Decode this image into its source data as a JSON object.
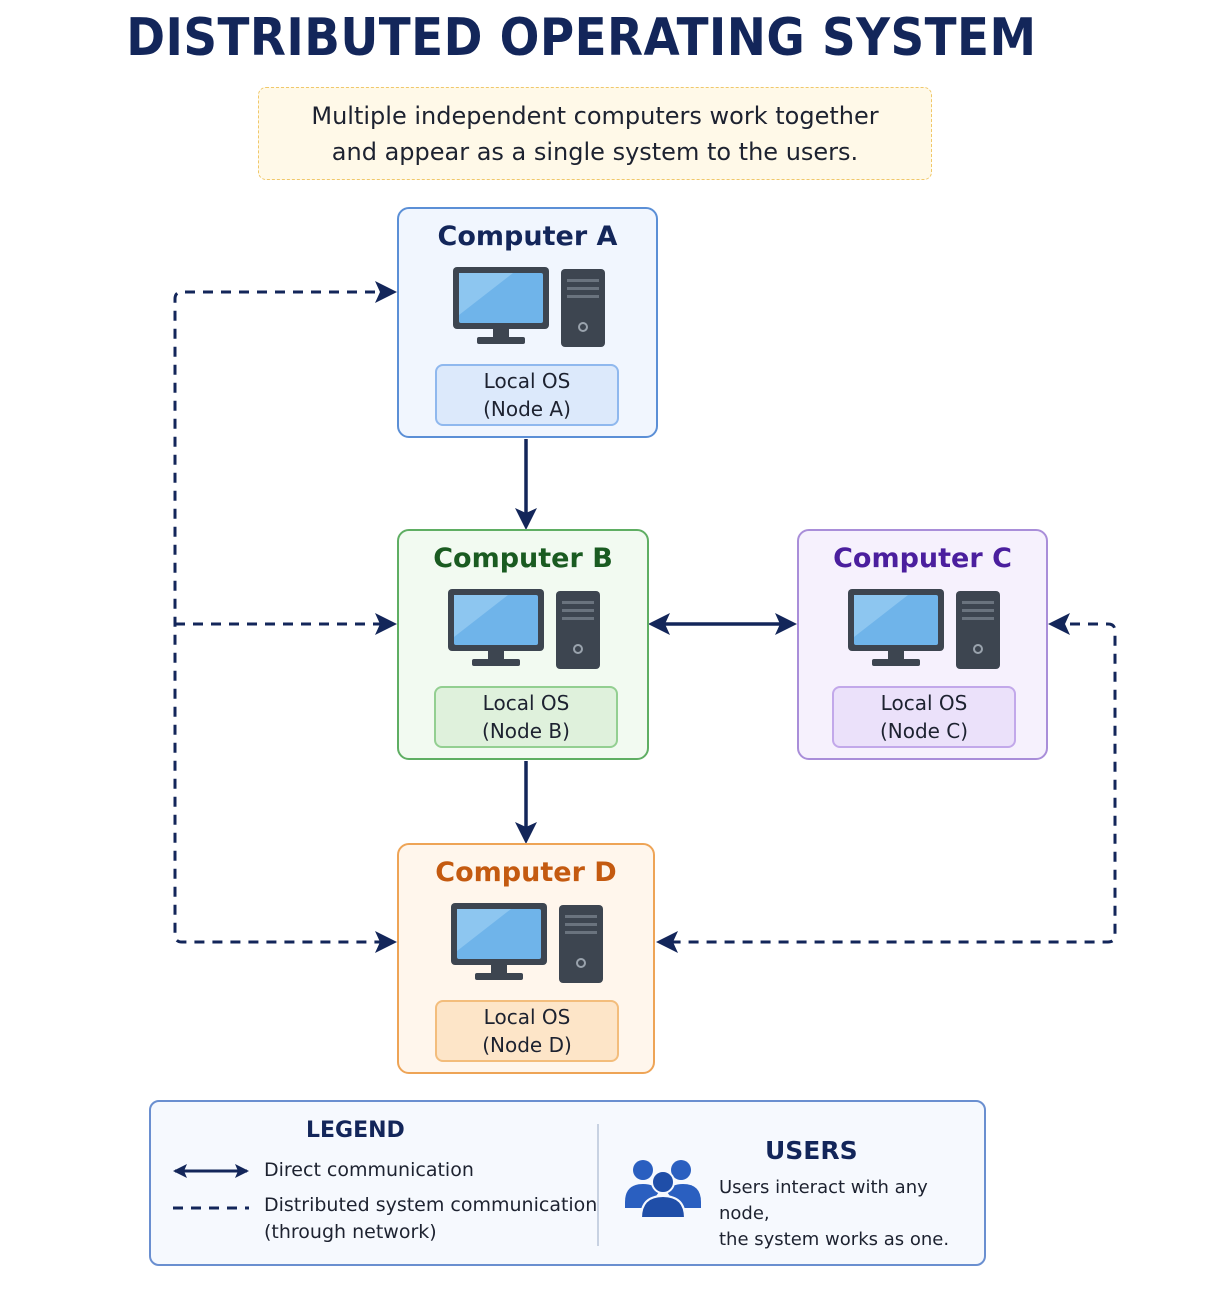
{
  "title": "DISTRIBUTED OPERATING SYSTEM",
  "subtitle": "Multiple independent computers work together\nand appear as a single system to the users.",
  "nodes": {
    "a": {
      "name": "Computer A",
      "os": "Local OS",
      "node": "(Node A)",
      "color": "#5b8fd6"
    },
    "b": {
      "name": "Computer B",
      "os": "Local OS",
      "node": "(Node B)",
      "color": "#5fae63"
    },
    "c": {
      "name": "Computer C",
      "os": "Local OS",
      "node": "(Node C)",
      "color": "#a98ed9"
    },
    "d": {
      "name": "Computer D",
      "os": "Local OS",
      "node": "(Node D)",
      "color": "#eea456"
    }
  },
  "edges": [
    {
      "from": "Computer A",
      "to": "Computer B",
      "style": "solid",
      "direction": "one-way"
    },
    {
      "from": "Computer B",
      "to": "Computer D",
      "style": "solid",
      "direction": "one-way"
    },
    {
      "from": "Computer B",
      "to": "Computer C",
      "style": "solid",
      "direction": "two-way"
    },
    {
      "from": "network",
      "to": "Computer A",
      "style": "dashed"
    },
    {
      "from": "network",
      "to": "Computer B",
      "style": "dashed"
    },
    {
      "from": "network",
      "to": "Computer D",
      "style": "dashed"
    },
    {
      "from": "network",
      "to": "Computer C",
      "style": "dashed"
    }
  ],
  "legend": {
    "title": "LEGEND",
    "direct": "Direct communication",
    "distributed": "Distributed system communication\n(through network)"
  },
  "users": {
    "title": "USERS",
    "description": "Users interact with any node,\nthe system works as one.",
    "icon": "users-group-icon"
  },
  "colors": {
    "arrow": "#13265a",
    "title": "#13265a"
  }
}
